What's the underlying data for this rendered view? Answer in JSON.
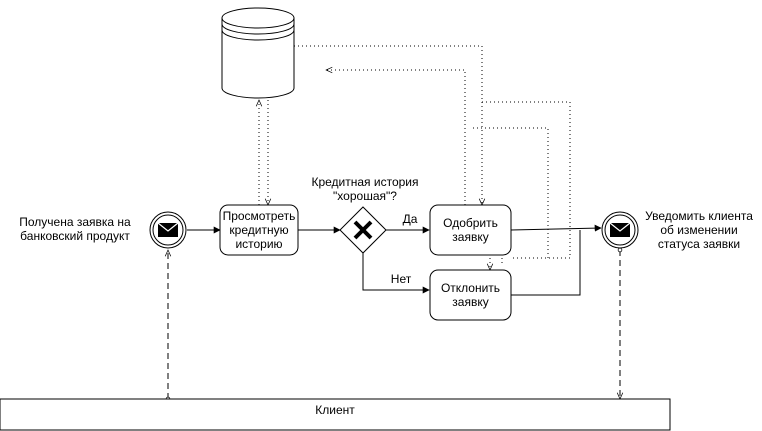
{
  "start_event": {
    "label": "Получена заявка на\nбанковский продукт"
  },
  "end_event": {
    "label": "Уведомить клиента\nоб изменении\nстатуса заявки"
  },
  "tasks": {
    "review": "Просмотреть\nкредитную\nисторию",
    "approve": "Одобрить\nзаявку",
    "reject": "Отклонить\nзаявку"
  },
  "gateway": {
    "label": "Кредитная история\n\"хорошая\"?",
    "yes": "Да",
    "no": "Нет"
  },
  "pool": {
    "label": "Клиент"
  },
  "colors": {
    "stroke": "#000000",
    "fill": "#ffffff"
  },
  "icons": {
    "message": "envelope-icon",
    "gateway_marker": "x-icon",
    "datastore": "database-icon"
  }
}
